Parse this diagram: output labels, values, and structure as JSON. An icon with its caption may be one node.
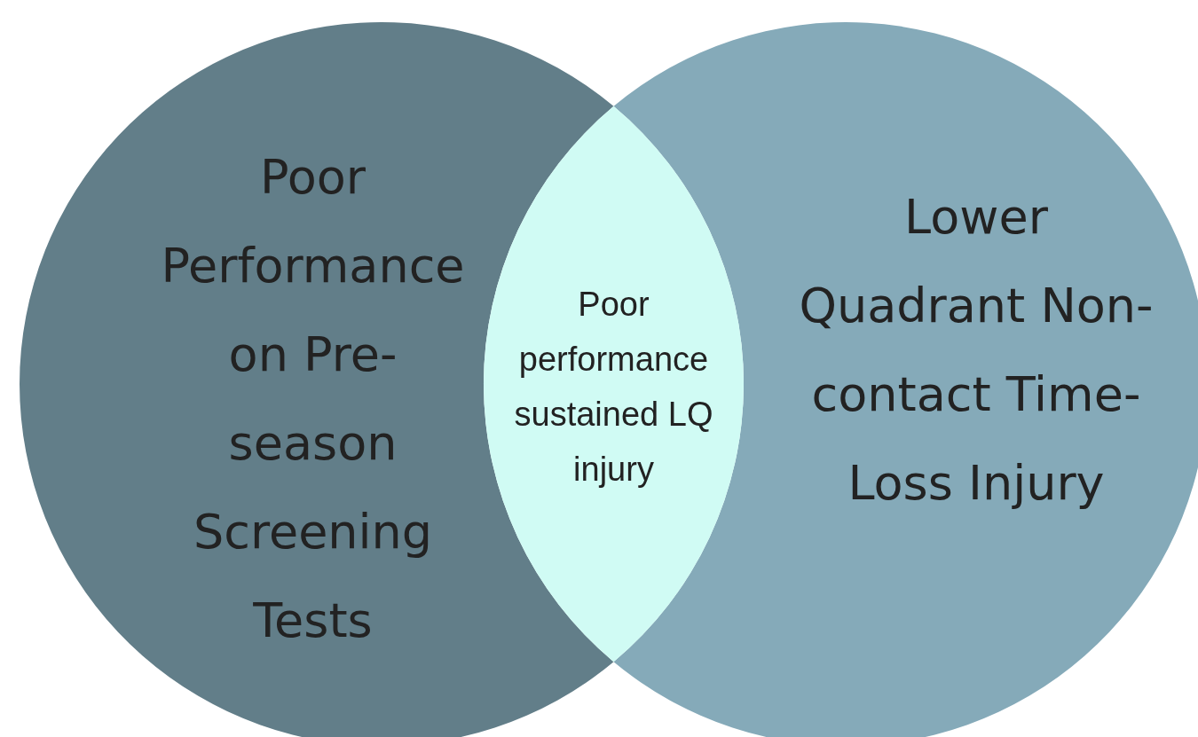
{
  "diagram": {
    "nodes": [
      {
        "text": [
          "Poor Performance on Pre-season Screening Tests"
        ]
      },
      {
        "text": [
          "Lower Quadrant Non-contact Time-Loss Injury"
        ]
      },
      {
        "text": [
          "Poor performance sustained LQ injury"
        ]
      }
    ]
  }
}
